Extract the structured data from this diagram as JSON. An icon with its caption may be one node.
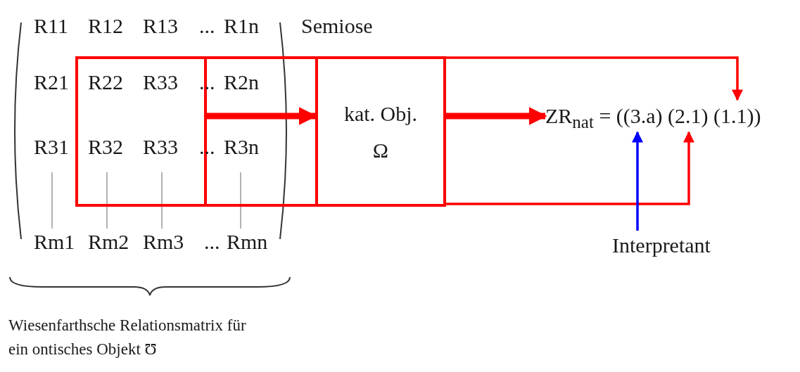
{
  "diagram": {
    "nodes": [
      {
        "text": [],
        "shape": "box"
      },
      {
        "text": [],
        "shape": "box",
        "in": 0
      },
      {
        "text": [
          "kat. Obj.",
          "Ω"
        ]
      },
      {
        "text": [
          "ZR$_{nat}$ = ((3.a) (2.1) (1.1))"
        ]
      },
      {
        "text": [
          "Interpretant"
        ]
      }
    ],
    "edges": [
      {
        "from": 1,
        "to": 2,
        "arrow": "to",
        "style": "thick"
      },
      {
        "from": 2,
        "to": 3,
        "arrow": "to",
        "style": "thick"
      },
      {
        "from": 2,
        "to": 3,
        "arrow": "to"
      },
      {
        "from": 2,
        "to": 3,
        "arrow": "to"
      },
      {
        "from": 4,
        "to": 3,
        "arrow": "to",
        "color": "#0000ff"
      }
    ],
    "labels": [
      "R11",
      "R12",
      "R13",
      "...",
      "R1n",
      "Semiose",
      "R21",
      "R22",
      "R33",
      "...",
      "R2n",
      "R31",
      "R32",
      "R33",
      "...",
      "R3n",
      "Rm1",
      "Rm2",
      "Rm3",
      "...",
      "Rmn",
      "Wiesenfarthsche Relationsmatrix für ein ontisches Objekt Ʊ"
    ]
  }
}
